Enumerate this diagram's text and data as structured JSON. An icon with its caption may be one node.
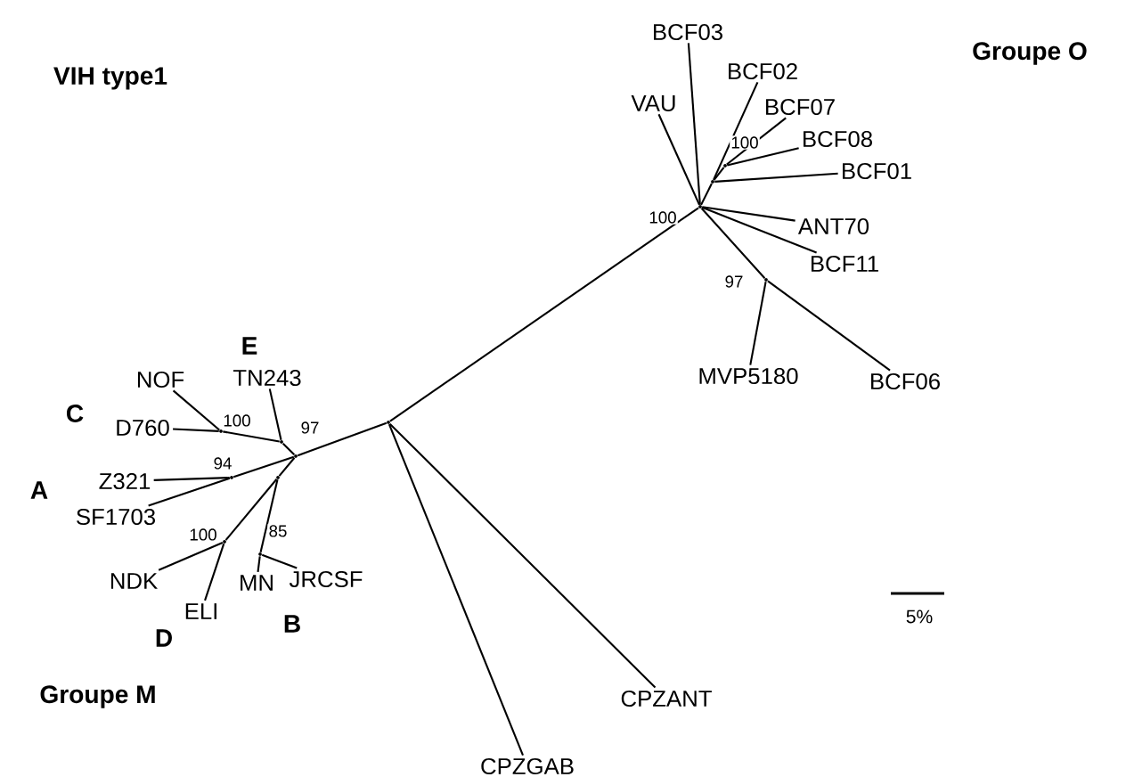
{
  "diagram": {
    "title": "VIH type1",
    "nodes": [
      {
        "text": [
          "BCF03"
        ]
      },
      {
        "text": [
          "BCF02"
        ]
      },
      {
        "text": [
          "BCF07"
        ]
      },
      {
        "text": [
          "BCF08"
        ]
      },
      {
        "text": [
          "BCF01"
        ]
      },
      {
        "text": [
          "VAU"
        ]
      },
      {
        "text": [
          "ANT70"
        ]
      },
      {
        "text": [
          "BCF11"
        ]
      },
      {
        "text": [
          "MVP5180"
        ]
      },
      {
        "text": [
          "BCF06"
        ]
      },
      {
        "text": [
          "TN243"
        ]
      },
      {
        "text": [
          "NOF"
        ]
      },
      {
        "text": [
          "D760"
        ]
      },
      {
        "text": [
          "Z321"
        ]
      },
      {
        "text": [
          "SF1703"
        ]
      },
      {
        "text": [
          "NDK"
        ]
      },
      {
        "text": [
          "MN"
        ]
      },
      {
        "text": [
          "JRCSF"
        ]
      },
      {
        "text": [
          "ELI"
        ]
      },
      {
        "text": [
          "CPZANT"
        ]
      },
      {
        "text": [
          "CPZGAB"
        ]
      },
      {
        "text": [],
        "shape": "point"
      },
      {
        "text": [],
        "shape": "point"
      },
      {
        "text": [],
        "shape": "point"
      },
      {
        "text": [],
        "shape": "point"
      },
      {
        "text": [],
        "shape": "point"
      },
      {
        "text": [],
        "shape": "point"
      },
      {
        "text": [],
        "shape": "point"
      },
      {
        "text": [],
        "shape": "point"
      },
      {
        "text": [],
        "shape": "point"
      },
      {
        "text": [],
        "shape": "point"
      },
      {
        "text": [],
        "shape": "point"
      },
      {
        "text": [],
        "shape": "point"
      }
    ],
    "edges": [
      {
        "from": 21,
        "to": 22,
        "arrow": "none",
        "label": "100"
      },
      {
        "from": 21,
        "to": 19,
        "arrow": "none"
      },
      {
        "from": 21,
        "to": 20,
        "arrow": "none"
      },
      {
        "from": 22,
        "to": 5,
        "arrow": "none"
      },
      {
        "from": 22,
        "to": 0,
        "arrow": "none"
      },
      {
        "from": 22,
        "to": 23,
        "arrow": "none"
      },
      {
        "from": 22,
        "to": 6,
        "arrow": "none"
      },
      {
        "from": 22,
        "to": 7,
        "arrow": "none"
      },
      {
        "from": 22,
        "to": 25,
        "arrow": "none",
        "label": "97"
      },
      {
        "from": 23,
        "to": 1,
        "arrow": "none"
      },
      {
        "from": 23,
        "to": 24,
        "arrow": "none",
        "label": "100"
      },
      {
        "from": 23,
        "to": 4,
        "arrow": "none"
      },
      {
        "from": 24,
        "to": 2,
        "arrow": "none"
      },
      {
        "from": 24,
        "to": 3,
        "arrow": "none"
      },
      {
        "from": 25,
        "to": 8,
        "arrow": "none"
      },
      {
        "from": 25,
        "to": 9,
        "arrow": "none"
      },
      {
        "from": 21,
        "to": 26,
        "arrow": "none"
      },
      {
        "from": 26,
        "to": 27,
        "arrow": "none",
        "label": "97"
      },
      {
        "from": 27,
        "to": 10,
        "arrow": "none"
      },
      {
        "from": 27,
        "to": 28,
        "arrow": "none",
        "label": "100"
      },
      {
        "from": 28,
        "to": 11,
        "arrow": "none"
      },
      {
        "from": 28,
        "to": 12,
        "arrow": "none"
      },
      {
        "from": 26,
        "to": 29,
        "arrow": "none",
        "label": "94"
      },
      {
        "from": 29,
        "to": 13,
        "arrow": "none"
      },
      {
        "from": 29,
        "to": 14,
        "arrow": "none"
      },
      {
        "from": 26,
        "to": 30,
        "arrow": "none"
      },
      {
        "from": 30,
        "to": 31,
        "arrow": "none",
        "label": "100"
      },
      {
        "from": 31,
        "to": 15,
        "arrow": "none"
      },
      {
        "from": 31,
        "to": 18,
        "arrow": "none"
      },
      {
        "from": 30,
        "to": 32,
        "arrow": "none",
        "label": "85"
      },
      {
        "from": 32,
        "to": 16,
        "arrow": "none"
      },
      {
        "from": 32,
        "to": 17,
        "arrow": "none"
      }
    ],
    "labels": [
      "Groupe O",
      "E",
      "C",
      "A",
      "D",
      "B",
      "Groupe M",
      "5%"
    ]
  }
}
